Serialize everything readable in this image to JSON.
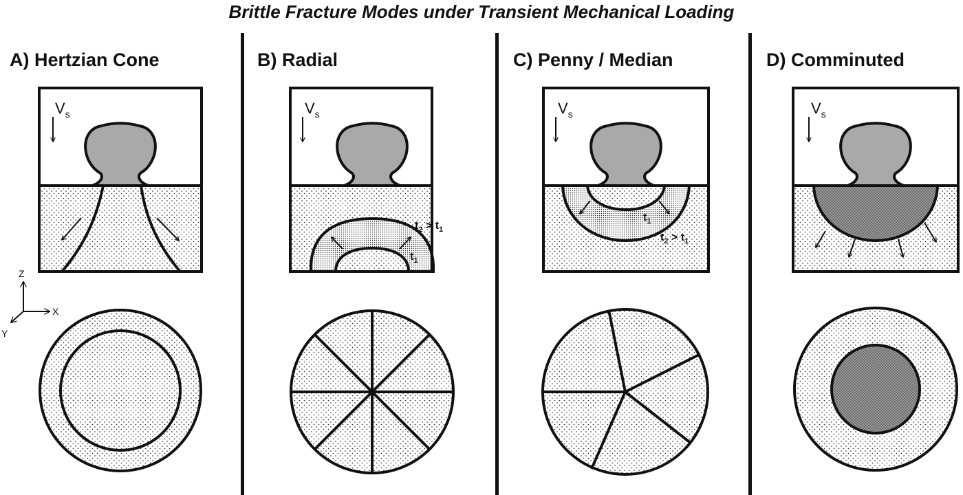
{
  "title": "Brittle Fracture Modes under Transient Mechanical Loading",
  "panels": [
    {
      "label": "A) Hertzian Cone"
    },
    {
      "label": "B) Radial"
    },
    {
      "label": "C) Penny / Median"
    },
    {
      "label": "D) Comminuted"
    }
  ],
  "velocity_label": {
    "main": "V",
    "sub": "s"
  },
  "axes": {
    "z": "Z",
    "x": "X",
    "y": "Y"
  },
  "time_labels": {
    "t1": {
      "main": "t",
      "sub": "1"
    },
    "t2": {
      "main": "t",
      "sub": "2",
      "mid": " > ",
      "main2": "t",
      "sub2": "1"
    }
  },
  "colors": {
    "ink": "#111111",
    "projectile": "#a9a9a9",
    "damage_zone": "#8c8c8c",
    "background": "#ffffff"
  }
}
